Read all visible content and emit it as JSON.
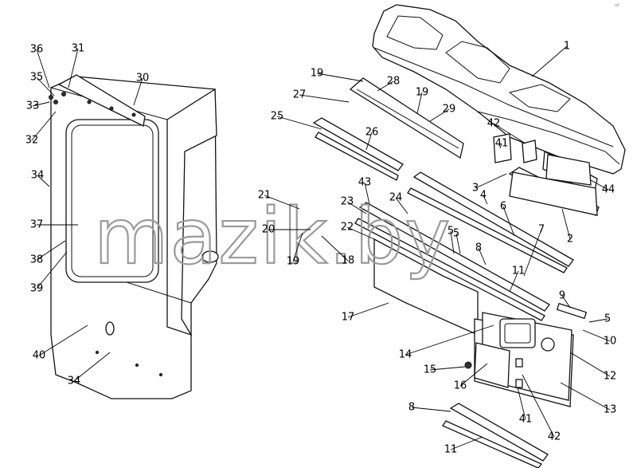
{
  "watermark": "mazik.by",
  "corner_mark": "ref",
  "callouts": [
    "1",
    "2",
    "3",
    "4",
    "5",
    "5",
    "5",
    "6",
    "7",
    "8",
    "8",
    "9",
    "10",
    "11",
    "11",
    "12",
    "13",
    "14",
    "15",
    "16",
    "17",
    "18",
    "19",
    "19",
    "19",
    "20",
    "21",
    "22",
    "23",
    "24",
    "25",
    "26",
    "27",
    "28",
    "29",
    "30",
    "31",
    "32",
    "33",
    "34",
    "34",
    "35",
    "36",
    "37",
    "38",
    "39",
    "40",
    "41",
    "41",
    "42",
    "42",
    "43",
    "44"
  ]
}
